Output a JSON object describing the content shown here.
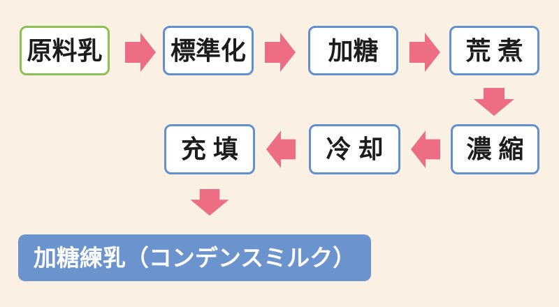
{
  "theme": {
    "bg": "#faf0e3",
    "arrow": "#ec6d84",
    "box_bg": "#ffffff",
    "border_blue": "#6090cd",
    "border_green": "#8cc152",
    "text": "#1c1c1c",
    "banner_bg": "#6b93cd",
    "banner_text": "#ffffff"
  },
  "flow": {
    "row1": [
      {
        "label": "原料乳",
        "border": "green"
      },
      {
        "label": "標準化",
        "border": "blue"
      },
      {
        "label": "加糖",
        "border": "blue"
      },
      {
        "label": "荒 煮",
        "border": "blue"
      }
    ],
    "row2": [
      {
        "label": "充 填",
        "border": "blue"
      },
      {
        "label": "冷 却",
        "border": "blue"
      },
      {
        "label": "濃 縮",
        "border": "blue"
      }
    ],
    "result": "加糖練乳（コンデンスミルク）"
  }
}
